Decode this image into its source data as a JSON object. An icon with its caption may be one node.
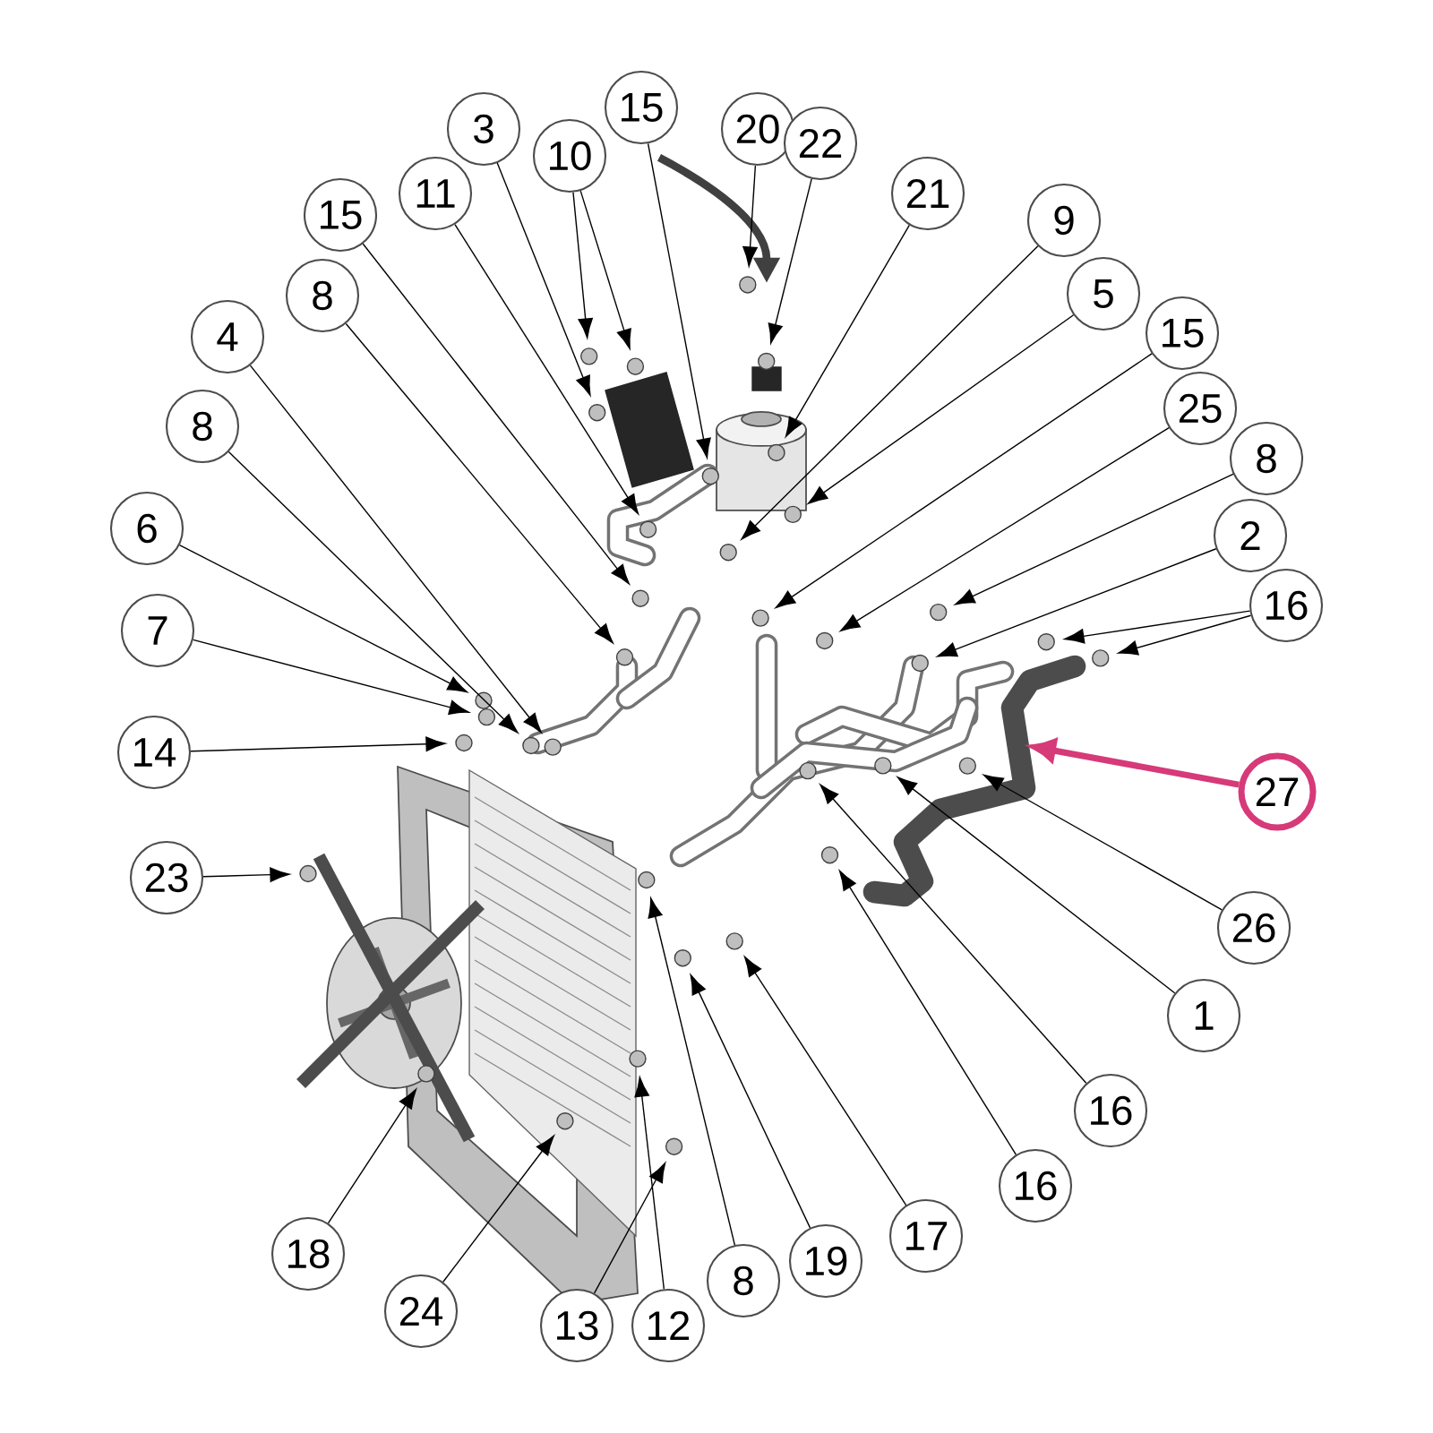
{
  "diagram": {
    "nodes": [
      {
        "text": [
          "3"
        ]
      },
      {
        "text": [
          "10"
        ]
      },
      {
        "text": [
          "15"
        ]
      },
      {
        "text": [
          "20"
        ]
      },
      {
        "text": [
          "22"
        ]
      },
      {
        "text": [
          "21"
        ]
      },
      {
        "text": [
          "9"
        ]
      },
      {
        "text": [
          "5"
        ]
      },
      {
        "text": [
          "15"
        ]
      },
      {
        "text": [
          "25"
        ]
      },
      {
        "text": [
          "8"
        ]
      },
      {
        "text": [
          "2"
        ]
      },
      {
        "text": [
          "16"
        ]
      },
      {
        "text": [
          "27"
        ]
      },
      {
        "text": [
          "26"
        ]
      },
      {
        "text": [
          "1"
        ]
      },
      {
        "text": [
          "16"
        ]
      },
      {
        "text": [
          "16"
        ]
      },
      {
        "text": [
          "17"
        ]
      },
      {
        "text": [
          "19"
        ]
      },
      {
        "text": [
          "8"
        ]
      },
      {
        "text": [
          "12"
        ]
      },
      {
        "text": [
          "13"
        ]
      },
      {
        "text": [
          "24"
        ]
      },
      {
        "text": [
          "18"
        ]
      },
      {
        "text": [
          "23"
        ]
      },
      {
        "text": [
          "14"
        ]
      },
      {
        "text": [
          "7"
        ]
      },
      {
        "text": [
          "6"
        ]
      },
      {
        "text": [
          "8"
        ]
      },
      {
        "text": [
          "4"
        ]
      },
      {
        "text": [
          "8"
        ]
      },
      {
        "text": [
          "15"
        ]
      },
      {
        "text": [
          "11"
        ]
      }
    ],
    "edges": [
      {
        "from": 0,
        "to": null,
        "arrow": "to"
      },
      {
        "from": 1,
        "to": null,
        "arrow": "to"
      },
      {
        "from": 1,
        "to": null,
        "arrow": "to"
      },
      {
        "from": 2,
        "to": null,
        "arrow": "to"
      },
      {
        "from": 3,
        "to": null,
        "arrow": "to"
      },
      {
        "from": 4,
        "to": null,
        "arrow": "to"
      },
      {
        "from": 5,
        "to": null,
        "arrow": "to"
      },
      {
        "from": 6,
        "to": null,
        "arrow": "to"
      },
      {
        "from": 7,
        "to": null,
        "arrow": "to"
      },
      {
        "from": 8,
        "to": null,
        "arrow": "to"
      },
      {
        "from": 9,
        "to": null,
        "arrow": "to"
      },
      {
        "from": 10,
        "to": null,
        "arrow": "to"
      },
      {
        "from": 11,
        "to": null,
        "arrow": "to"
      },
      {
        "from": 12,
        "to": null,
        "arrow": "to"
      },
      {
        "from": 12,
        "to": null,
        "arrow": "to"
      },
      {
        "from": 13,
        "to": null,
        "arrow": "to",
        "style": "thick",
        "color": "#d63a78"
      },
      {
        "from": 14,
        "to": null,
        "arrow": "to"
      },
      {
        "from": 15,
        "to": null,
        "arrow": "to"
      },
      {
        "from": 16,
        "to": null,
        "arrow": "to"
      },
      {
        "from": 17,
        "to": null,
        "arrow": "to"
      },
      {
        "from": 18,
        "to": null,
        "arrow": "to"
      },
      {
        "from": 19,
        "to": null,
        "arrow": "to"
      },
      {
        "from": 20,
        "to": null,
        "arrow": "to"
      },
      {
        "from": 21,
        "to": null,
        "arrow": "to"
      },
      {
        "from": 22,
        "to": null,
        "arrow": "to"
      },
      {
        "from": 23,
        "to": null,
        "arrow": "to"
      },
      {
        "from": 24,
        "to": null,
        "arrow": "to"
      },
      {
        "from": 25,
        "to": null,
        "arrow": "to"
      },
      {
        "from": 26,
        "to": null,
        "arrow": "to"
      },
      {
        "from": 27,
        "to": null,
        "arrow": "to"
      },
      {
        "from": 28,
        "to": null,
        "arrow": "to"
      },
      {
        "from": 29,
        "to": null,
        "arrow": "to"
      },
      {
        "from": 30,
        "to": null,
        "arrow": "to"
      },
      {
        "from": 31,
        "to": null,
        "arrow": "to"
      },
      {
        "from": 32,
        "to": null,
        "arrow": "to"
      },
      {
        "from": 33,
        "to": null,
        "arrow": "to"
      }
    ]
  }
}
